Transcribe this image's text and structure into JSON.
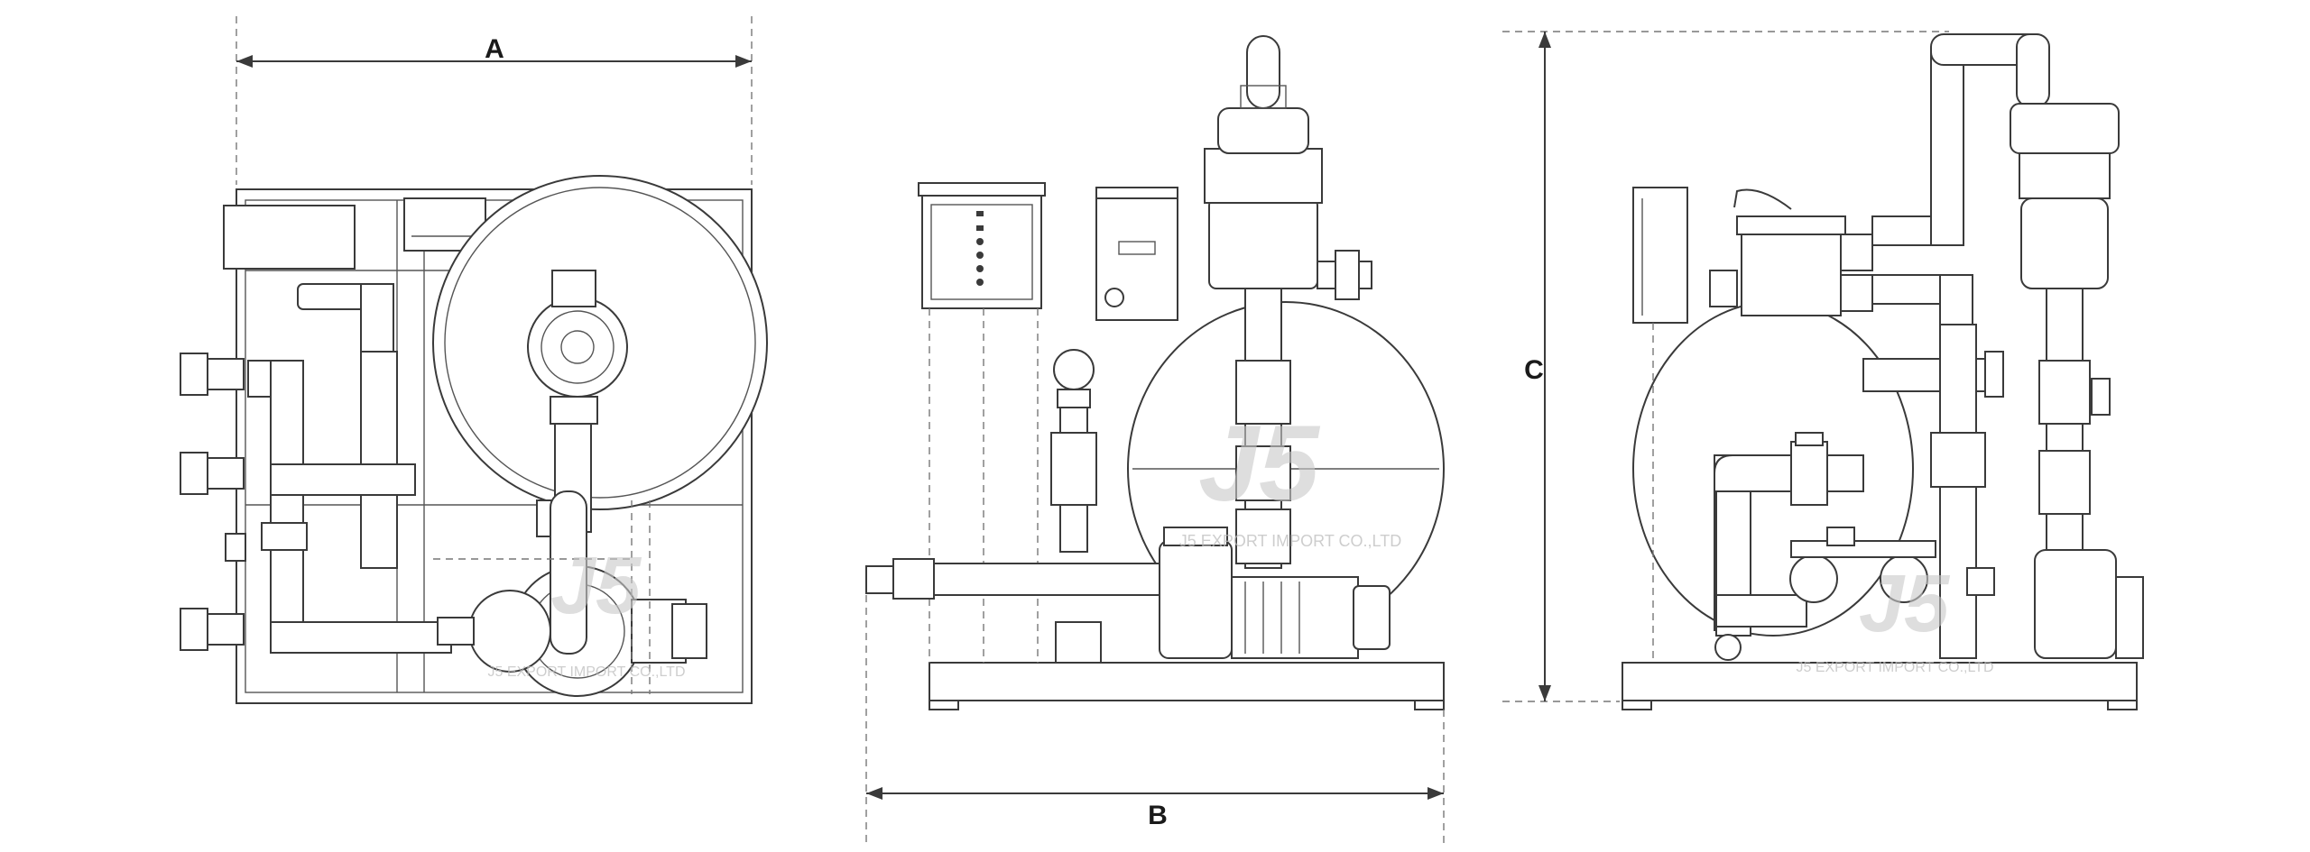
{
  "dimensions": {
    "a": "A",
    "b": "B",
    "c": "C"
  },
  "watermark": {
    "logo": "J5",
    "company": "J5 EXPORT IMPORT CO.,LTD"
  },
  "colors": {
    "line": "#3a3a3a",
    "hidden_line": "#777777",
    "watermark": "#bdbdbd"
  }
}
